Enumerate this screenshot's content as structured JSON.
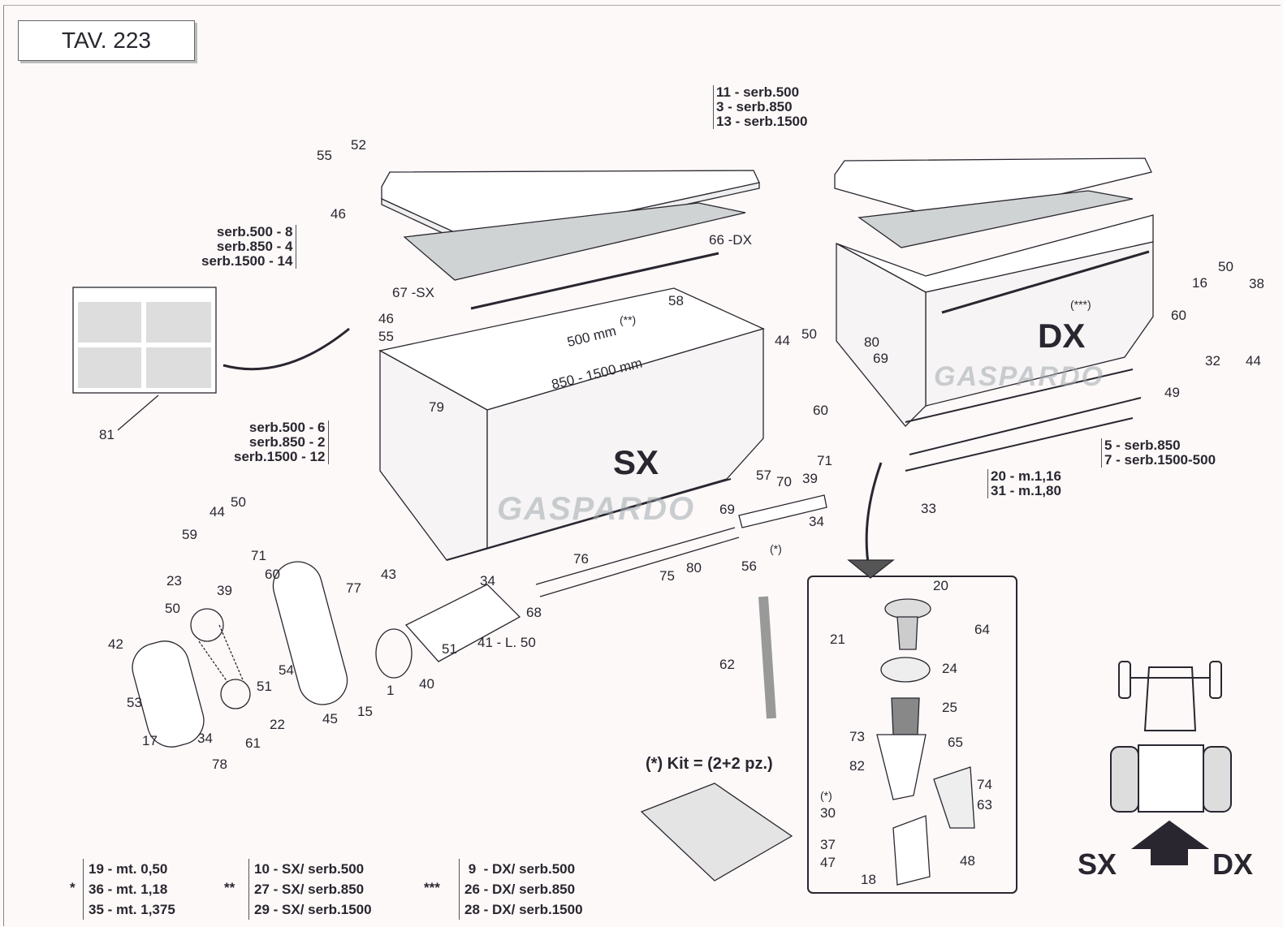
{
  "title": "TAV. 223",
  "brand_watermark": "GASPARDO",
  "side_labels": {
    "sx": "SX",
    "dx": "DX"
  },
  "groups": {
    "lid": [
      "11 - serb.500",
      "3  - serb.850",
      "13 - serb.1500"
    ],
    "screen": [
      "serb.500 -  8",
      "serb.850 -  4",
      "serb.1500 - 14"
    ],
    "hopper": [
      "serb.500 -  6",
      "serb.850 -  2",
      "serb.1500 - 12"
    ],
    "bar": [
      "5 - serb.850",
      "7 - serb.1500-500"
    ],
    "rail": [
      "20 - m.1,16",
      "31 - m.1,80"
    ]
  },
  "dimensions": {
    "short": "500 mm",
    "long": "850 - 1500 mm"
  },
  "kit_note": "(*) Kit = (2+2 pz.)",
  "callouts": [
    "55",
    "52",
    "46",
    "67 -SX",
    "66 -DX",
    "58",
    "(**)",
    "46",
    "55",
    "79",
    "81",
    "44",
    "50",
    "80",
    "69",
    "60",
    "57",
    "70",
    "39",
    "71",
    "33",
    "34",
    "(*)",
    "69",
    "80",
    "75",
    "56",
    "76",
    "68",
    "34",
    "41 - L. 50",
    "51",
    "40",
    "1",
    "43",
    "77",
    "15",
    "45",
    "51",
    "54",
    "60",
    "71",
    "39",
    "44",
    "50",
    "59",
    "23",
    "50",
    "42",
    "53",
    "17",
    "34",
    "78",
    "61",
    "22",
    "62",
    "20",
    "21",
    "64",
    "24",
    "25",
    "73",
    "65",
    "82",
    "(*)",
    "30",
    "74",
    "63",
    "37",
    "47",
    "48",
    "18",
    "50",
    "16",
    "38",
    "60",
    "32",
    "44",
    "49",
    "(***)"
  ],
  "legend": {
    "col1": {
      "marker": "*",
      "lines": [
        "19 - mt. 0,50",
        "36  - mt. 1,18",
        "35 - mt. 1,375"
      ]
    },
    "col2": {
      "marker": "**",
      "lines": [
        "10 - SX/ serb.500",
        "27 - SX/ serb.850",
        "29 - SX/ serb.1500"
      ]
    },
    "col3": {
      "marker": "***",
      "lines": [
        " 9  - DX/ serb.500",
        "26 - DX/ serb.850",
        "28 - DX/ serb.1500"
      ]
    }
  },
  "colors": {
    "line": "#2a2630",
    "panel": "#d9dcdc",
    "background": "#fcf9f8"
  }
}
